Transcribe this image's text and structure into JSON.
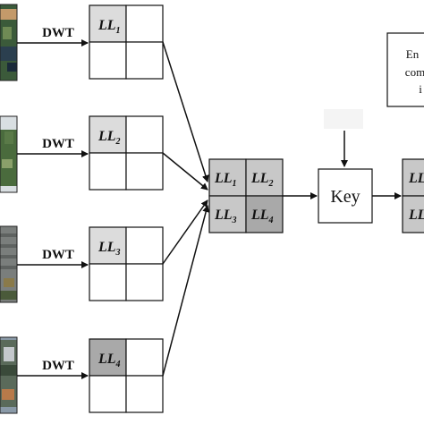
{
  "band_label_prefix": "LL",
  "inputs": [
    {
      "transform_label": "DWT",
      "band_index": "1"
    },
    {
      "transform_label": "DWT",
      "band_index": "2"
    },
    {
      "transform_label": "DWT",
      "band_index": "3"
    },
    {
      "transform_label": "DWT",
      "band_index": "4"
    }
  ],
  "combined_grid": [
    "1",
    "2",
    "3",
    "4"
  ],
  "key_label": "Key",
  "right_grid_visible_prefix": [
    "LL",
    "LL"
  ],
  "side_note_lines": [
    "En",
    "com",
    "i"
  ],
  "colors": {
    "cell_light": "#dcdcdc",
    "cell_medium": "#c8c8c8",
    "cell_dark": "#a9a9a9",
    "line": "#111111"
  }
}
